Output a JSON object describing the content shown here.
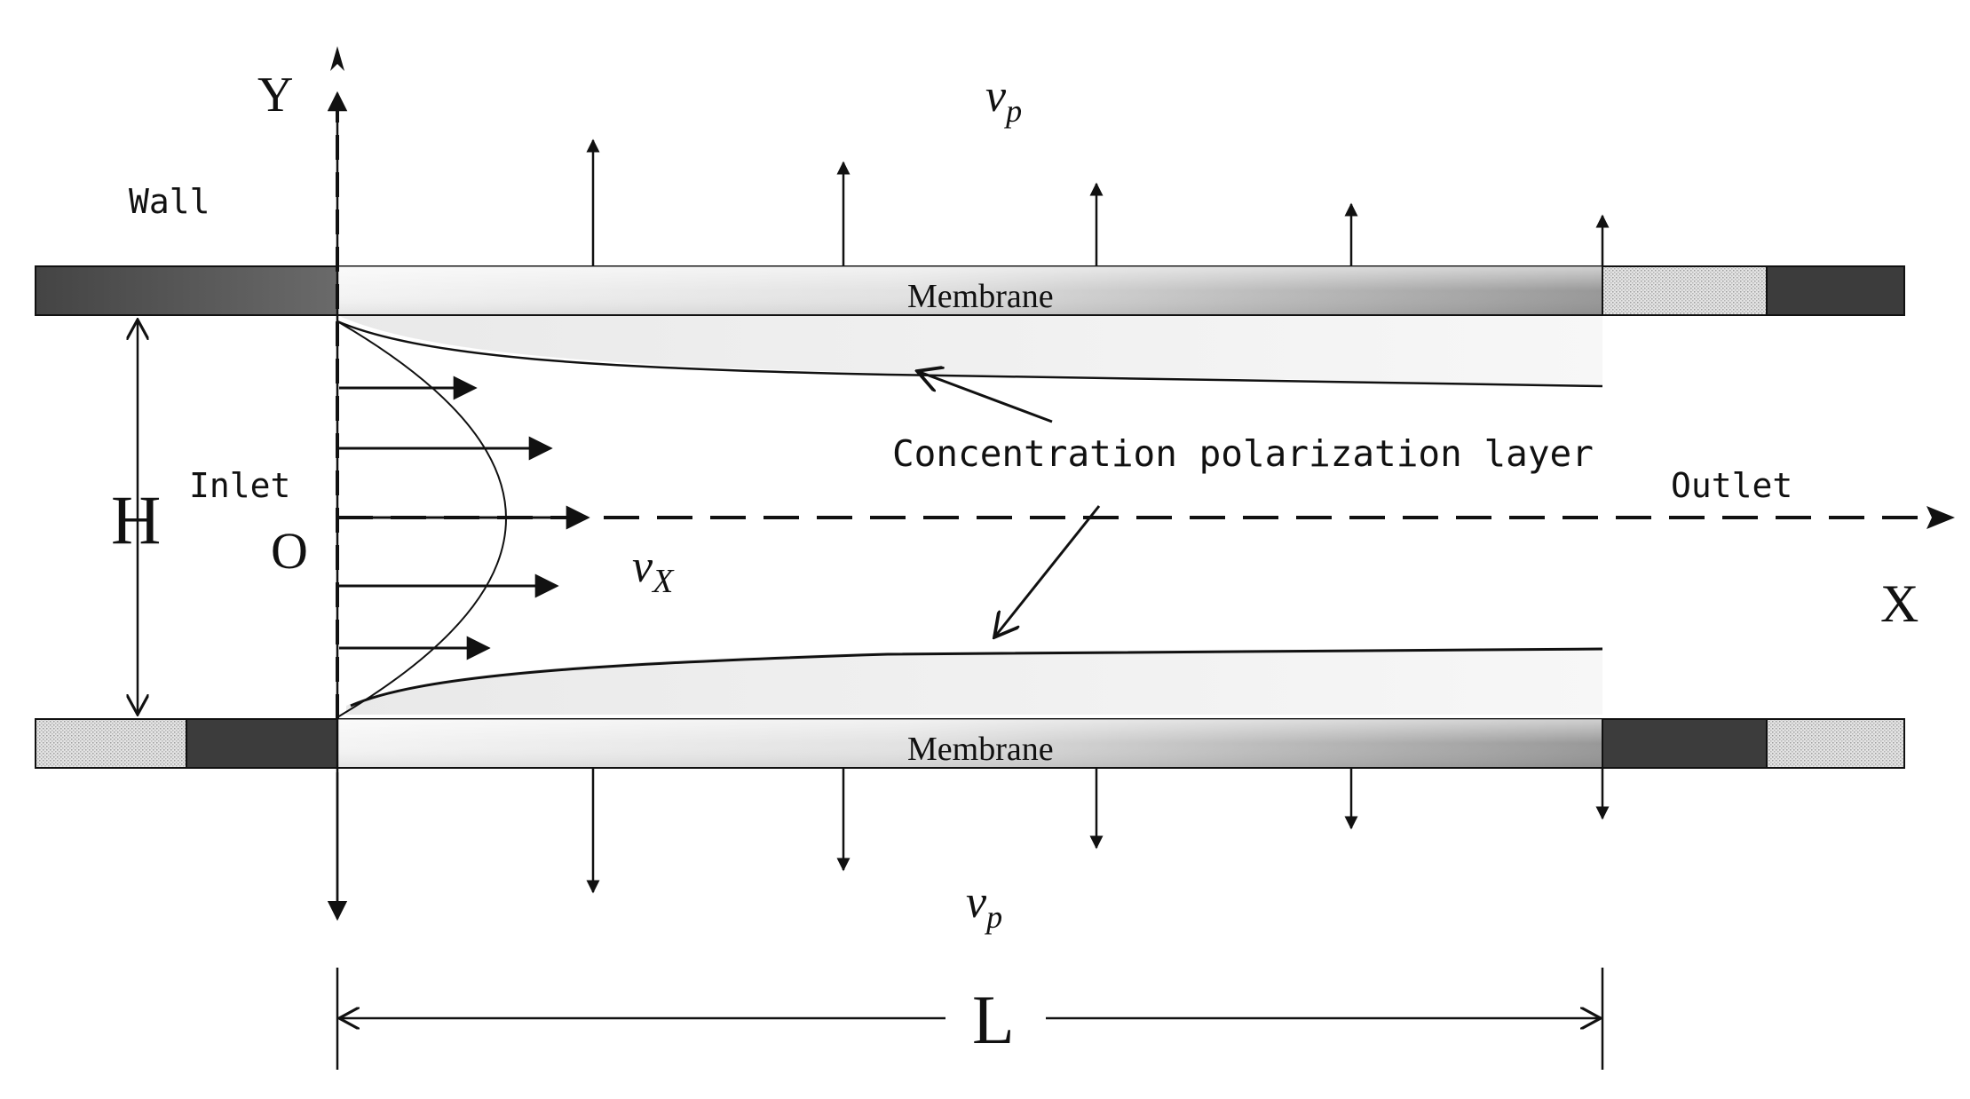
{
  "labels": {
    "y_axis": "Y",
    "x_axis": "X",
    "origin": "O",
    "wall": "Wall",
    "inlet": "Inlet",
    "outlet": "Outlet",
    "membrane_top": "Membrane",
    "membrane_bottom": "Membrane",
    "height": "H",
    "length": "L",
    "polarization_layer": "Concentration polarization layer",
    "vp_main": "v",
    "vp_sub": "p",
    "vx_main": "v",
    "vx_sub": "X"
  },
  "colors": {
    "wall": "#3c3c3c",
    "membrane_light": "#f2f2f2",
    "membrane_dark": "#9a9a9a",
    "dotted_seal": "#d8d8d8",
    "polarization": "#efefef"
  }
}
